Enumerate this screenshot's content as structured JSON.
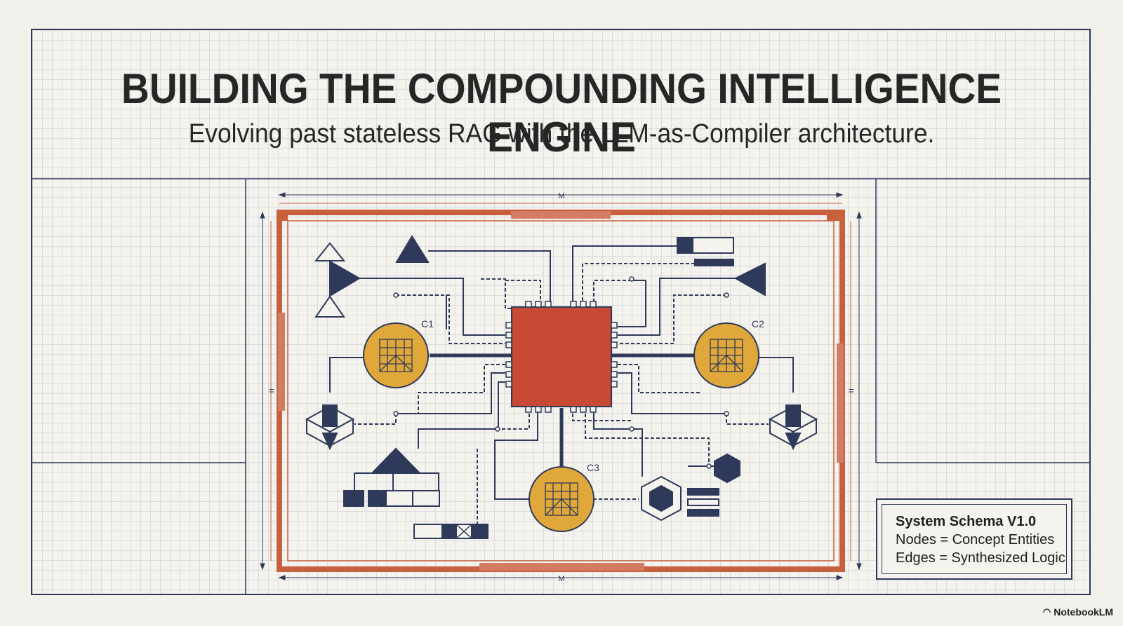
{
  "header": {
    "title": "BUILDING THE COMPOUNDING INTELLIGENCE ENGINE",
    "subtitle": "Evolving past stateless RAG with the LLM-as-Compiler architecture."
  },
  "diagram": {
    "nodes": [
      {
        "id": "c1",
        "label": "C1"
      },
      {
        "id": "c2",
        "label": "C2"
      },
      {
        "id": "c3",
        "label": "C3"
      }
    ],
    "dimension_labels": {
      "top": "M",
      "bottom": "M",
      "left": "=",
      "right": "="
    },
    "colors": {
      "core": "#c84a35",
      "node": "#e0a83a",
      "line": "#2f3a5a",
      "accent": "#c8603e"
    }
  },
  "legend": {
    "title": "System Schema V1.0",
    "line1": "Nodes = Concept Entities",
    "line2": "Edges = Synthesized Logic"
  },
  "brand": {
    "icon": "notebooklm-logo-icon",
    "label": "NotebookLM"
  }
}
